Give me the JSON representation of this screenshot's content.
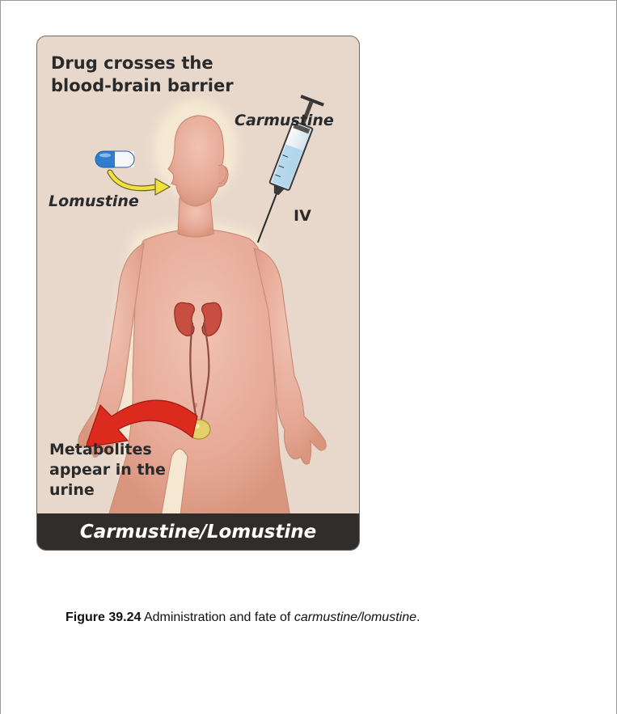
{
  "figure": {
    "title": "Drug crosses the blood-brain barrier",
    "labels": {
      "carmustine": "Carmustine",
      "lomustine": "Lomustine",
      "iv": "IV",
      "urine": "Metabolites appear in the urine"
    },
    "footer": "Carmustine/Lomustine",
    "icons": [
      "capsule-icon",
      "syringe-icon",
      "kidney-icon",
      "bladder-icon",
      "arrow-icon"
    ],
    "colors": {
      "panel_bg": "#e8d8cc",
      "footer_bg": "#302d2b",
      "body_skin": "#e9b09d",
      "kidney": "#c94e42",
      "arrow_red": "#dd2a1f",
      "arrow_yellow": "#f0e040",
      "capsule_blue": "#2f7dd0"
    }
  },
  "caption": {
    "label": "Figure 39.24",
    "text_before": " Administration and fate of ",
    "drug": "carmustine/lomustine",
    "text_after": "."
  }
}
